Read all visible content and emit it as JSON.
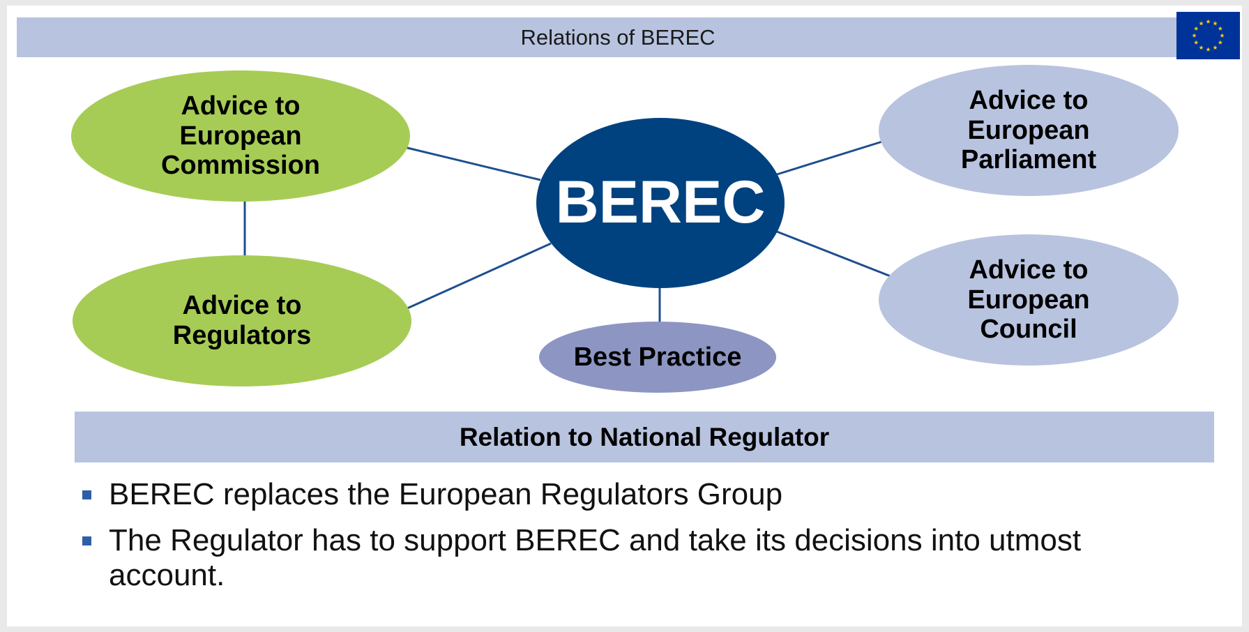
{
  "title": "Relations of BEREC",
  "diagram": {
    "center": "BEREC",
    "nodes": {
      "commission": "Advice to\nEuropean\nCommission",
      "regulators": "Advice to\nRegulators",
      "parliament": "Advice to\nEuropean\nParliament",
      "council": "Advice to\nEuropean\nCouncil",
      "best_practice": "Best Practice"
    }
  },
  "section_heading": "Relation to National Regulator",
  "bullets": [
    "BEREC replaces the European Regulators Group",
    "The Regulator has to support BEREC and take its decisions into utmost account."
  ],
  "colors": {
    "center_fill": "#00427f",
    "advice_green": "#a6cc55",
    "advice_lavender": "#b8c3df",
    "best_practice_fill": "#8d95c2",
    "connector": "#1d4e8f",
    "bar_fill": "#b8c3df",
    "bullet": "#2e5ea8",
    "eu_blue": "#003399",
    "eu_star": "#ffcc00"
  },
  "icons": {
    "flag": "eu-flag-icon",
    "bullet": "square-bullet-icon"
  }
}
